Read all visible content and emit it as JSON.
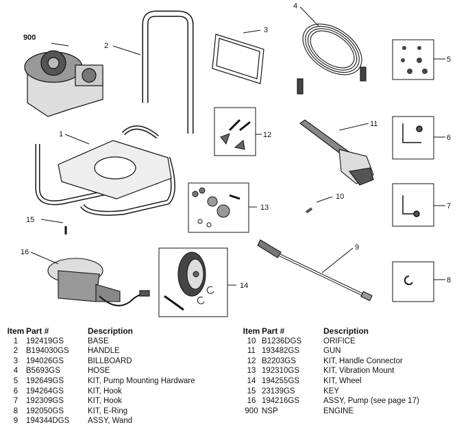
{
  "callouts": {
    "c1": "1",
    "c2": "2",
    "c3": "3",
    "c4": "4",
    "c5": "5",
    "c6": "6",
    "c7": "7",
    "c8": "8",
    "c9": "9",
    "c10": "10",
    "c11": "11",
    "c12": "12",
    "c13": "13",
    "c14": "14",
    "c15": "15",
    "c16": "16",
    "c900": "900"
  },
  "table_headers": {
    "item": "Item",
    "part": "Part #",
    "description": "Description"
  },
  "parts_left": [
    {
      "item": "1",
      "part": "192419GS",
      "description": "BASE"
    },
    {
      "item": "2",
      "part": "B194030GS",
      "description": "HANDLE"
    },
    {
      "item": "3",
      "part": "194026GS",
      "description": "BILLBOARD"
    },
    {
      "item": "4",
      "part": "B5693GS",
      "description": "HOSE"
    },
    {
      "item": "5",
      "part": "192649GS",
      "description": "KIT, Pump Mounting Hardware"
    },
    {
      "item": "6",
      "part": "194264GS",
      "description": "KIT, Hook"
    },
    {
      "item": "7",
      "part": "192309GS",
      "description": "KIT, Hook"
    },
    {
      "item": "8",
      "part": "192050GS",
      "description": "KIT, E-Ring"
    },
    {
      "item": "9",
      "part": "194344DGS",
      "description": "ASSY, Wand"
    }
  ],
  "parts_right": [
    {
      "item": "10",
      "part": "B1236DGS",
      "description": "ORIFICE"
    },
    {
      "item": "11",
      "part": "193482GS",
      "description": "GUN"
    },
    {
      "item": "12",
      "part": "B2203GS",
      "description": "KIT, Handle Connector"
    },
    {
      "item": "13",
      "part": "192310GS",
      "description": "KIT, Vibration Mount"
    },
    {
      "item": "14",
      "part": "194255GS",
      "description": "KIT, Wheel"
    },
    {
      "item": "15",
      "part": "23139GS",
      "description": "KEY"
    },
    {
      "item": "16",
      "part": "194216GS",
      "description": "ASSY, Pump (see page 17)"
    },
    {
      "item": "900",
      "part": "NSP",
      "description": "ENGINE"
    }
  ]
}
